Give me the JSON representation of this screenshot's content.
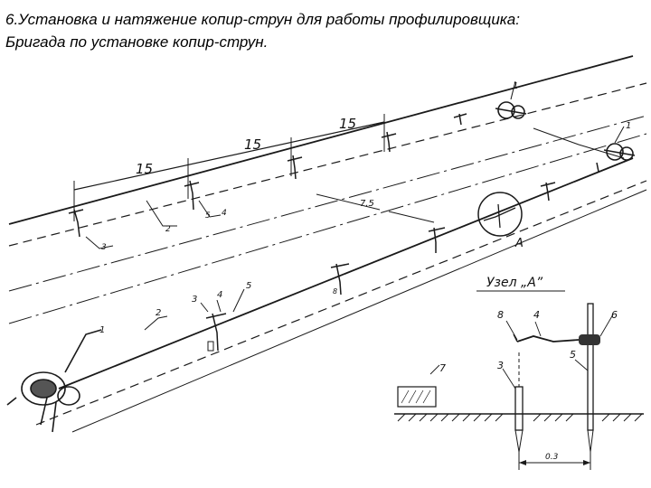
{
  "caption": {
    "line1": "6.Установка и натяжение копир-струн для работы профилировщика:",
    "line2": "Бригада по установке копир-струн."
  },
  "drawing": {
    "segment_lengths": [
      "15",
      "15",
      "15"
    ],
    "offset_label": "7.5",
    "node_marker": "A",
    "node_title": "Узел „А”",
    "node_dimension": "0.3",
    "callouts": {
      "winch_1": "1",
      "string_2": "2",
      "stake_3": "3",
      "clamp_4": "4",
      "post_5": "5",
      "holder_6": "6",
      "base_7": "7",
      "rod_8": "8"
    }
  }
}
